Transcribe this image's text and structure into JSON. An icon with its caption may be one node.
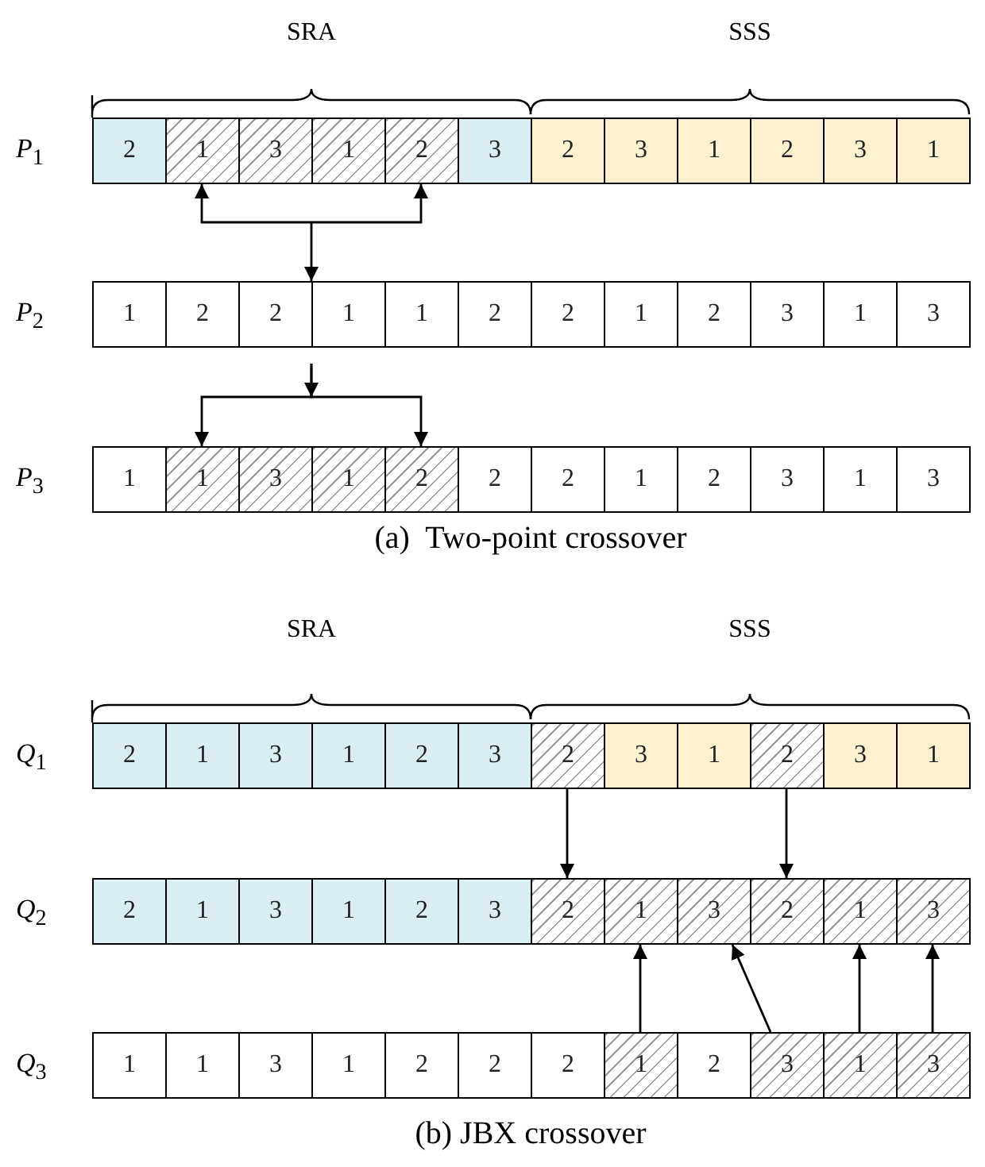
{
  "diagram": {
    "nodes": [
      {
        "text": [
          "*P*$_{1}$"
        ]
      },
      {
        "text": [
          "2"
        ],
        "in": 0
      },
      {
        "text": [
          "1"
        ],
        "in": 0
      },
      {
        "text": [
          "3"
        ],
        "in": 0
      },
      {
        "text": [
          "1"
        ],
        "in": 0
      },
      {
        "text": [
          "2"
        ],
        "in": 0
      },
      {
        "text": [
          "3"
        ],
        "in": 0
      },
      {
        "text": [
          "2"
        ],
        "in": 0
      },
      {
        "text": [
          "3"
        ],
        "in": 0
      },
      {
        "text": [
          "1"
        ],
        "in": 0
      },
      {
        "text": [
          "2"
        ],
        "in": 0
      },
      {
        "text": [
          "3"
        ],
        "in": 0
      },
      {
        "text": [
          "1"
        ],
        "in": 0
      },
      {
        "text": [
          "*P*$_{2}$"
        ]
      },
      {
        "text": [
          "1"
        ],
        "in": 13
      },
      {
        "text": [
          "2"
        ],
        "in": 13
      },
      {
        "text": [
          "2"
        ],
        "in": 13
      },
      {
        "text": [
          "1"
        ],
        "in": 13
      },
      {
        "text": [
          "1"
        ],
        "in": 13
      },
      {
        "text": [
          "2"
        ],
        "in": 13
      },
      {
        "text": [
          "2"
        ],
        "in": 13
      },
      {
        "text": [
          "1"
        ],
        "in": 13
      },
      {
        "text": [
          "2"
        ],
        "in": 13
      },
      {
        "text": [
          "3"
        ],
        "in": 13
      },
      {
        "text": [
          "1"
        ],
        "in": 13
      },
      {
        "text": [
          "3"
        ],
        "in": 13
      },
      {
        "text": [
          "*P*$_{3}$"
        ]
      },
      {
        "text": [
          "1"
        ],
        "in": 26
      },
      {
        "text": [
          "1"
        ],
        "in": 26
      },
      {
        "text": [
          "3"
        ],
        "in": 26
      },
      {
        "text": [
          "1"
        ],
        "in": 26
      },
      {
        "text": [
          "2"
        ],
        "in": 26
      },
      {
        "text": [
          "2"
        ],
        "in": 26
      },
      {
        "text": [
          "2"
        ],
        "in": 26
      },
      {
        "text": [
          "1"
        ],
        "in": 26
      },
      {
        "text": [
          "2"
        ],
        "in": 26
      },
      {
        "text": [
          "3"
        ],
        "in": 26
      },
      {
        "text": [
          "1"
        ],
        "in": 26
      },
      {
        "text": [
          "3"
        ],
        "in": 26
      },
      {
        "text": [
          "*Q*$_{1}$"
        ]
      },
      {
        "text": [
          "2"
        ],
        "in": 39
      },
      {
        "text": [
          "1"
        ],
        "in": 39
      },
      {
        "text": [
          "3"
        ],
        "in": 39
      },
      {
        "text": [
          "1"
        ],
        "in": 39
      },
      {
        "text": [
          "2"
        ],
        "in": 39
      },
      {
        "text": [
          "3"
        ],
        "in": 39
      },
      {
        "text": [
          "2"
        ],
        "in": 39
      },
      {
        "text": [
          "3"
        ],
        "in": 39
      },
      {
        "text": [
          "1"
        ],
        "in": 39
      },
      {
        "text": [
          "2"
        ],
        "in": 39
      },
      {
        "text": [
          "3"
        ],
        "in": 39
      },
      {
        "text": [
          "1"
        ],
        "in": 39
      },
      {
        "text": [
          "*Q*$_{2}$"
        ]
      },
      {
        "text": [
          "2"
        ],
        "in": 52
      },
      {
        "text": [
          "1"
        ],
        "in": 52
      },
      {
        "text": [
          "3"
        ],
        "in": 52
      },
      {
        "text": [
          "1"
        ],
        "in": 52
      },
      {
        "text": [
          "2"
        ],
        "in": 52
      },
      {
        "text": [
          "3"
        ],
        "in": 52
      },
      {
        "text": [
          "2"
        ],
        "in": 52
      },
      {
        "text": [
          "1"
        ],
        "in": 52
      },
      {
        "text": [
          "3"
        ],
        "in": 52
      },
      {
        "text": [
          "2"
        ],
        "in": 52
      },
      {
        "text": [
          "1"
        ],
        "in": 52
      },
      {
        "text": [
          "3"
        ],
        "in": 52
      },
      {
        "text": [
          "*Q*$_{3}$"
        ]
      },
      {
        "text": [
          "1"
        ],
        "in": 65
      },
      {
        "text": [
          "1"
        ],
        "in": 65
      },
      {
        "text": [
          "3"
        ],
        "in": 65
      },
      {
        "text": [
          "1"
        ],
        "in": 65
      },
      {
        "text": [
          "2"
        ],
        "in": 65
      },
      {
        "text": [
          "2"
        ],
        "in": 65
      },
      {
        "text": [
          "2"
        ],
        "in": 65
      },
      {
        "text": [
          "1"
        ],
        "in": 65
      },
      {
        "text": [
          "2"
        ],
        "in": 65
      },
      {
        "text": [
          "3"
        ],
        "in": 65
      },
      {
        "text": [
          "1"
        ],
        "in": 65
      },
      {
        "text": [
          "3"
        ],
        "in": 65
      }
    ],
    "edges": [
      {
        "from": null,
        "to": 2,
        "arrow": "to"
      },
      {
        "from": null,
        "to": 5,
        "arrow": "to"
      },
      {
        "from": null,
        "to": 13,
        "arrow": "to"
      },
      {
        "from": 13,
        "to": 28,
        "arrow": "to"
      },
      {
        "from": 13,
        "to": 31,
        "arrow": "to"
      },
      {
        "from": 46,
        "to": 59,
        "arrow": "to"
      },
      {
        "from": 49,
        "to": 62,
        "arrow": "to"
      },
      {
        "from": 73,
        "to": 60,
        "arrow": "to"
      },
      {
        "from": 75,
        "to": 61,
        "arrow": "to"
      },
      {
        "from": 76,
        "to": 63,
        "arrow": "to"
      },
      {
        "from": 77,
        "to": 64,
        "arrow": "to"
      }
    ],
    "labels": [
      "SRA",
      "SSS",
      "(a)  Two-point crossover",
      "SRA",
      "SSS",
      "(b) JBX crossover"
    ]
  }
}
